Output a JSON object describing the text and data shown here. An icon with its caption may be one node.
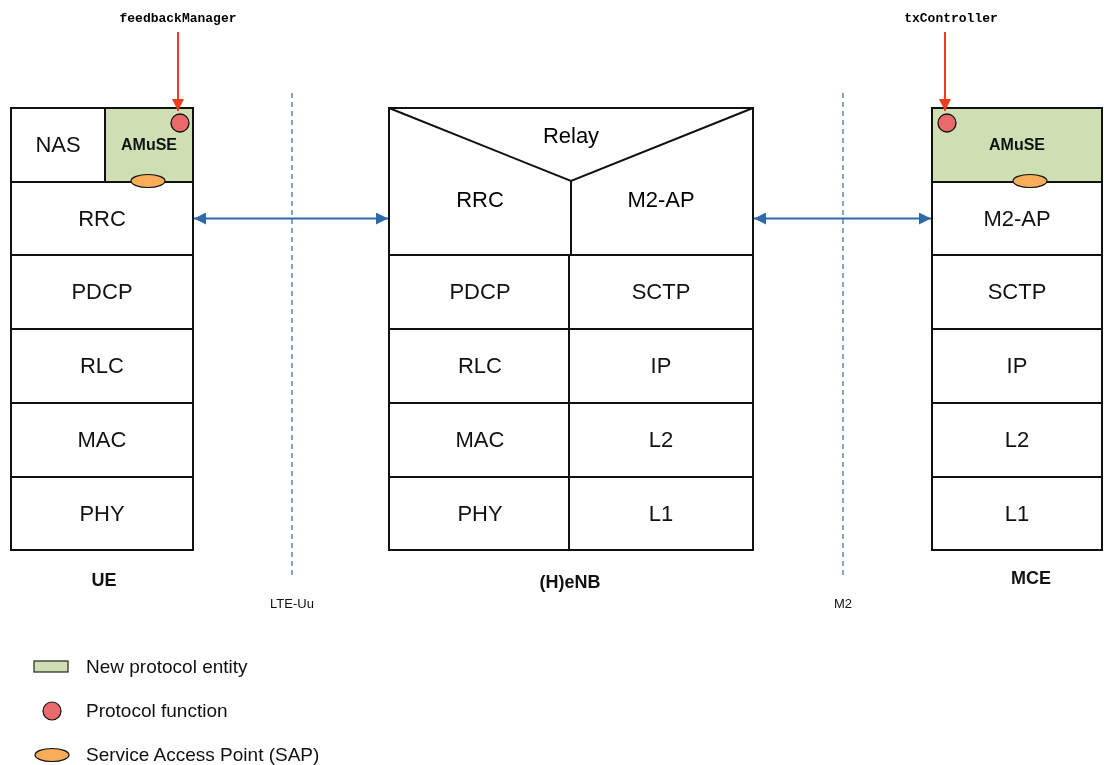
{
  "diagram": {
    "nodes": [
      {
        "text": [
          "feedbackManager"
        ]
      },
      {
        "text": [
          "txController"
        ]
      },
      {
        "text": [
          "NAS"
        ]
      },
      {
        "text": [
          "AMuSE"
        ]
      },
      {
        "text": [],
        "shape": "circle",
        "in": 3
      },
      {
        "text": [
          "RRC"
        ]
      },
      {
        "text": [
          "PDCP"
        ]
      },
      {
        "text": [
          "RLC"
        ]
      },
      {
        "text": [
          "MAC"
        ]
      },
      {
        "text": [
          "PHY"
        ]
      },
      {
        "text": [
          "Relay"
        ]
      },
      {
        "text": [
          "RRC"
        ]
      },
      {
        "text": [
          "M2-AP"
        ]
      },
      {
        "text": [
          "PDCP"
        ]
      },
      {
        "text": [
          "SCTP"
        ]
      },
      {
        "text": [
          "RLC"
        ]
      },
      {
        "text": [
          "IP"
        ]
      },
      {
        "text": [
          "MAC"
        ]
      },
      {
        "text": [
          "L2"
        ]
      },
      {
        "text": [
          "PHY"
        ]
      },
      {
        "text": [
          "L1"
        ]
      },
      {
        "text": [
          "AMuSE"
        ]
      },
      {
        "text": [],
        "shape": "circle",
        "in": 21
      },
      {
        "text": [
          "M2-AP"
        ]
      },
      {
        "text": [
          "SCTP"
        ]
      },
      {
        "text": [
          "IP"
        ]
      },
      {
        "text": [
          "L2"
        ]
      },
      {
        "text": [
          "L1"
        ]
      }
    ],
    "edges": [
      {
        "from": 0,
        "to": 4,
        "arrow": "to",
        "color": "#f03c1e"
      },
      {
        "from": 1,
        "to": 22,
        "arrow": "to",
        "color": "#f03c1e"
      },
      {
        "from": 5,
        "to": 11,
        "arrow": "both",
        "color": "#2f6aa8"
      },
      {
        "from": 12,
        "to": 23,
        "arrow": "both",
        "color": "#2f6aa8"
      }
    ],
    "labels": [
      "UE",
      "LTE-Uu",
      "(H)eNB",
      "M2",
      "MCE"
    ],
    "legend": [
      {
        "text": "New protocol entity",
        "color": "#d0dfb3"
      },
      {
        "text": "Protocol function"
      },
      {
        "text": "Service Access Point (SAP)"
      }
    ]
  }
}
